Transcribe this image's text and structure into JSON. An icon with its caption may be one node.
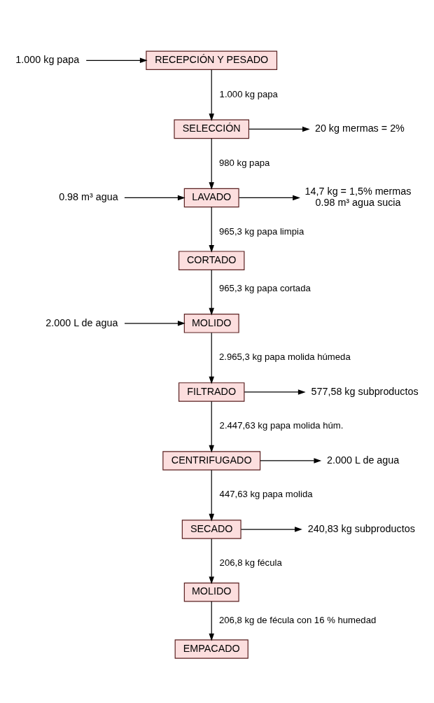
{
  "diagram": {
    "nodes": [
      {
        "text": [
          "1.000 kg papa"
        ]
      },
      {
        "text": [
          "RECEPCIÓN Y PESADO"
        ]
      },
      {
        "text": [
          "SELECCIÓN"
        ]
      },
      {
        "text": [
          "20 kg mermas = 2%"
        ]
      },
      {
        "text": [
          "0.98 m³ agua"
        ]
      },
      {
        "text": [
          "LAVADO"
        ]
      },
      {
        "text": [
          "14,7 kg = 1,5% mermas",
          "0.98 m³ agua sucia"
        ]
      },
      {
        "text": [
          "CORTADO"
        ]
      },
      {
        "text": [
          "2.000 L de agua"
        ]
      },
      {
        "text": [
          "MOLIDO"
        ]
      },
      {
        "text": [
          "FILTRADO"
        ]
      },
      {
        "text": [
          "577,58 kg subproductos"
        ]
      },
      {
        "text": [
          "CENTRIFUGADO"
        ]
      },
      {
        "text": [
          "2.000 L de agua"
        ]
      },
      {
        "text": [
          "SECADO"
        ]
      },
      {
        "text": [
          "240,83 kg subproductos"
        ]
      },
      {
        "text": [
          "MOLIDO"
        ]
      },
      {
        "text": [
          "EMPACADO"
        ]
      }
    ],
    "edges": [
      {
        "from": 0,
        "to": 1,
        "arrow": "to"
      },
      {
        "from": 1,
        "to": 2,
        "arrow": "to",
        "label": "1.000 kg papa"
      },
      {
        "from": 2,
        "to": 3,
        "arrow": "to"
      },
      {
        "from": 2,
        "to": 5,
        "arrow": "to",
        "label": "980 kg papa"
      },
      {
        "from": 4,
        "to": 5,
        "arrow": "to"
      },
      {
        "from": 5,
        "to": 6,
        "arrow": "to"
      },
      {
        "from": 5,
        "to": 7,
        "arrow": "to",
        "label": "965,3 kg papa limpia"
      },
      {
        "from": 7,
        "to": 9,
        "arrow": "to",
        "label": "965,3 kg papa cortada"
      },
      {
        "from": 8,
        "to": 9,
        "arrow": "to"
      },
      {
        "from": 9,
        "to": 10,
        "arrow": "to",
        "label": "2.965,3 kg papa molida húmeda"
      },
      {
        "from": 10,
        "to": 11,
        "arrow": "to"
      },
      {
        "from": 10,
        "to": 12,
        "arrow": "to",
        "label": "2.447,63 kg papa molida húm."
      },
      {
        "from": 12,
        "to": 13,
        "arrow": "to"
      },
      {
        "from": 12,
        "to": 14,
        "arrow": "to",
        "label": "447,63 kg papa molida"
      },
      {
        "from": 14,
        "to": 15,
        "arrow": "to"
      },
      {
        "from": 14,
        "to": 16,
        "arrow": "to",
        "label": "206,8 kg fécula"
      },
      {
        "from": 16,
        "to": 17,
        "arrow": "to",
        "label": "206,8 kg de fécula con 16 % humedad"
      }
    ]
  }
}
